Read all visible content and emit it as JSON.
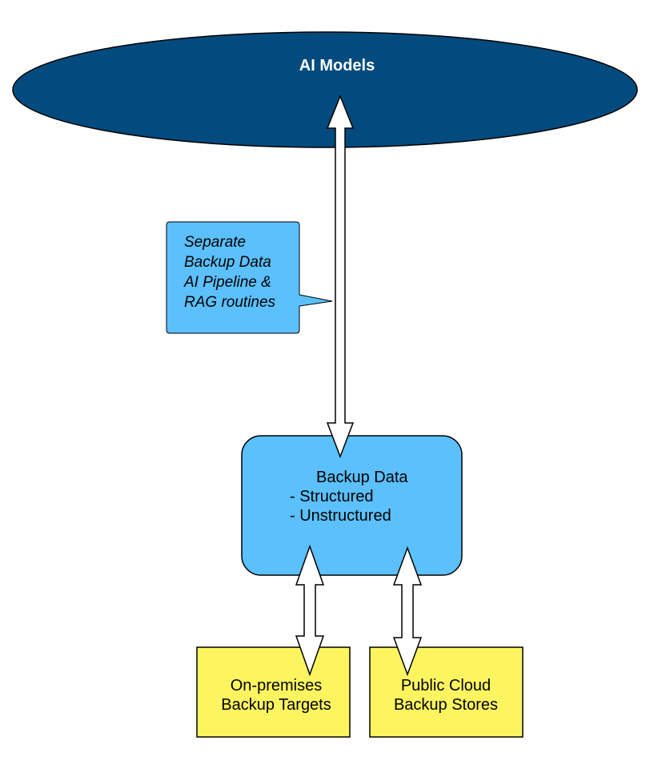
{
  "nodes": {
    "ai_models": {
      "label": "AI Models",
      "fill": "#034b7e"
    },
    "callout": {
      "lines": [
        "Separate",
        "Backup Data",
        "AI Pipeline &",
        "RAG routines"
      ],
      "fill": "#5bc0fc"
    },
    "backup_data": {
      "title": "Backup Data",
      "items": [
        "- Structured",
        "- Unstructured"
      ],
      "fill": "#5bc0fc"
    },
    "on_premises": {
      "lines": [
        "On-premises",
        "Backup Targets"
      ],
      "fill": "#fdf560"
    },
    "public_cloud": {
      "lines": [
        "Public Cloud",
        "Backup Stores"
      ],
      "fill": "#fdf560"
    }
  },
  "edges": [
    {
      "from": "ai_models",
      "to": "backup_data",
      "type": "bidirectional-arrow"
    },
    {
      "from": "backup_data",
      "to": "on_premises",
      "type": "bidirectional-arrow"
    },
    {
      "from": "backup_data",
      "to": "public_cloud",
      "type": "bidirectional-arrow"
    }
  ]
}
